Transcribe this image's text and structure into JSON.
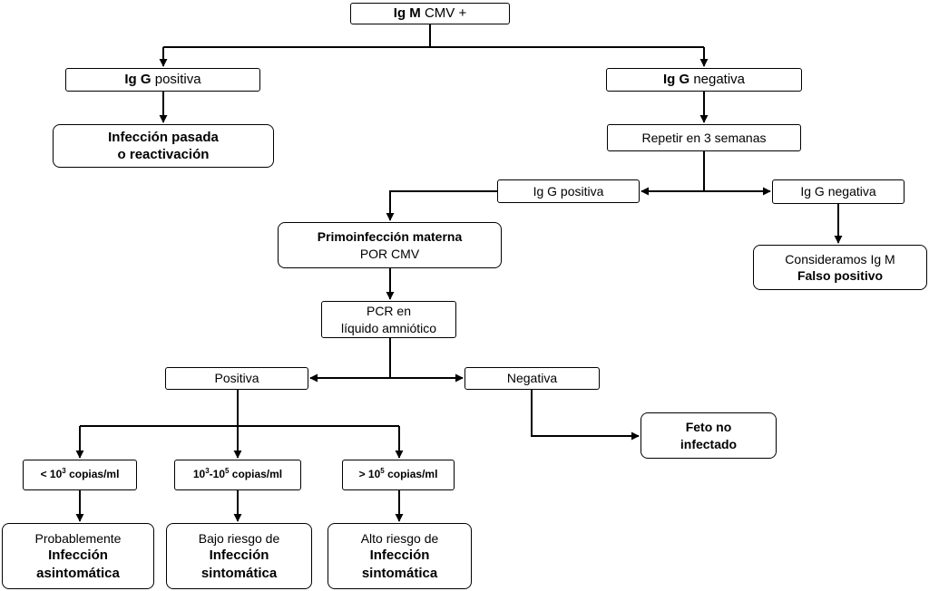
{
  "diagram": {
    "root": {
      "bold": "Ig M",
      "text": "CMV +"
    },
    "igg_pos": {
      "bold": "Ig G",
      "text": "positiva"
    },
    "igg_neg": {
      "bold": "Ig G",
      "text": "negativa"
    },
    "past_infection": {
      "line1": "Infección pasada",
      "line2": "o reactivación"
    },
    "repeat": "Repetir en 3 semanas",
    "repeat_igg_pos": "Ig G positiva",
    "repeat_igg_neg": "Ig G negativa",
    "false_positive": {
      "line1": "Consideramos Ig M",
      "line2": "Falso positivo"
    },
    "primary": {
      "line1": "Primoinfección materna",
      "line2": "POR CMV"
    },
    "pcr": {
      "line1": "PCR en",
      "line2": "líquido amniótico"
    },
    "positive": "Positiva",
    "negative": "Negativa",
    "not_infected": {
      "line1": "Feto no",
      "line2": "infectado"
    },
    "low": {
      "prefix": "< 10",
      "exp": "3",
      "suffix": " copias/ml"
    },
    "mid": {
      "base1": "10",
      "exp1": "3",
      "sep": "-10",
      "exp2": "5",
      "suffix": " copias/ml"
    },
    "high": {
      "prefix": "> 10",
      "exp": "5",
      "suffix": " copias/ml"
    },
    "outcome_low": {
      "line1": "Probablemente",
      "line2": "Infección",
      "line3": "asintomática"
    },
    "outcome_mid": {
      "line1": "Bajo riesgo de",
      "line2": "Infección",
      "line3": "sintomática"
    },
    "outcome_high": {
      "line1": "Alto riesgo de",
      "line2": "Infección",
      "line3": "sintomática"
    }
  }
}
